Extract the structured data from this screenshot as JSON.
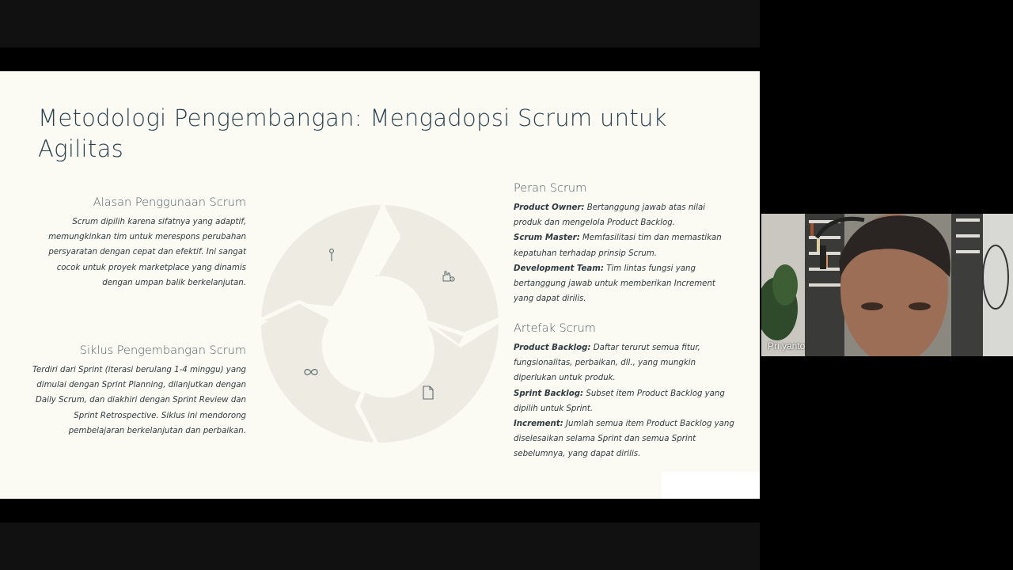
{
  "slide": {
    "title": "Metodologi Pengembangan: Mengadopsi Scrum untuk Agilitas",
    "left": [
      {
        "heading": "Alasan Penggunaan Scrum",
        "body": "Scrum dipilih karena sifatnya yang adaptif, memungkinkan tim untuk merespons perubahan persyaratan dengan cepat dan efektif. Ini sangat cocok untuk proyek marketplace yang dinamis dengan umpan balik berkelanjutan."
      },
      {
        "heading": "Siklus Pengembangan Scrum",
        "body": "Terdiri dari Sprint (iterasi berulang 1-4 minggu) yang dimulai dengan Sprint Planning, dilanjutkan dengan Daily Scrum, dan diakhiri dengan Sprint Review dan Sprint Retrospective. Siklus ini mendorong pembelajaran berkelanjutan dan perbaikan."
      }
    ],
    "roles": {
      "heading": "Peran Scrum",
      "items": [
        {
          "term": "Product Owner:",
          "desc": " Bertanggung jawab atas nilai produk dan mengelola Product Backlog."
        },
        {
          "term": "Scrum Master:",
          "desc": " Memfasilitasi tim dan memastikan kepatuhan terhadap prinsip Scrum."
        },
        {
          "term": "Development Team:",
          "desc": " Tim lintas fungsi yang bertanggung jawab untuk memberikan Increment yang dapat dirilis."
        }
      ]
    },
    "artifacts": {
      "heading": "Artefak Scrum",
      "items": [
        {
          "term": "Product Backlog:",
          "desc": " Daftar terurut semua fitur, fungsionalitas, perbaikan, dll., yang mungkin diperlukan untuk produk."
        },
        {
          "term": "Sprint Backlog:",
          "desc": " Subset item Product Backlog yang dipilih untuk Sprint."
        },
        {
          "term": "Increment:",
          "desc": " Jumlah semua item Product Backlog yang diselesaikan selama Sprint dan semua Sprint sebelumnya, yang dapat dirilis."
        }
      ]
    },
    "cycle_icons": [
      "pin-icon",
      "hand-gear-icon",
      "document-icon",
      "infinity-icon"
    ],
    "colors": {
      "background": "#fbfbf3",
      "title": "#27424f",
      "cycle_segment": "#eeece2",
      "cycle_icon": "#5a6a70"
    }
  },
  "video": {
    "participant_name": "Pri yanto"
  }
}
